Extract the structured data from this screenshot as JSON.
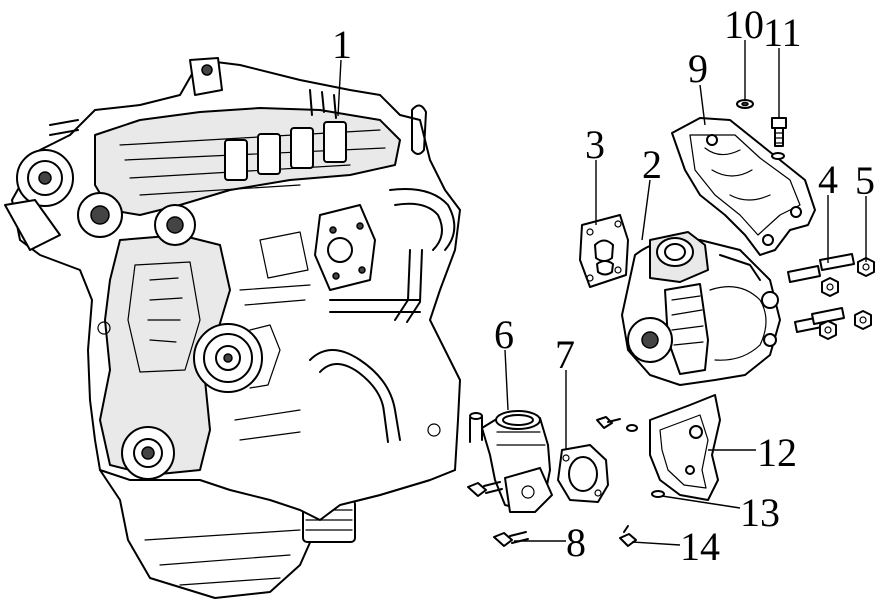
{
  "diagram": {
    "callouts": [
      {
        "id": "1",
        "label": "1"
      },
      {
        "id": "2",
        "label": "2"
      },
      {
        "id": "3",
        "label": "3"
      },
      {
        "id": "4",
        "label": "4"
      },
      {
        "id": "5",
        "label": "5"
      },
      {
        "id": "6",
        "label": "6"
      },
      {
        "id": "7",
        "label": "7"
      },
      {
        "id": "8",
        "label": "8"
      },
      {
        "id": "9",
        "label": "9"
      },
      {
        "id": "10",
        "label": "10"
      },
      {
        "id": "11",
        "label": "11"
      },
      {
        "id": "12",
        "label": "12"
      },
      {
        "id": "13",
        "label": "13"
      },
      {
        "id": "14",
        "label": "14"
      }
    ],
    "parts": [
      {
        "id": "engine-assembly",
        "icon": "engine-block-illustration"
      },
      {
        "id": "turbocharger",
        "icon": "turbocharger-illustration"
      },
      {
        "id": "turbo-gasket",
        "icon": "gasket-illustration"
      },
      {
        "id": "stud",
        "icon": "stud-illustration"
      },
      {
        "id": "nut",
        "icon": "nut-illustration"
      },
      {
        "id": "water-outlet-housing",
        "icon": "housing-illustration"
      },
      {
        "id": "housing-gasket",
        "icon": "gasket-illustration"
      },
      {
        "id": "bolt",
        "icon": "bolt-illustration"
      },
      {
        "id": "heat-shield",
        "icon": "heat-shield-illustration"
      },
      {
        "id": "washer",
        "icon": "washer-illustration"
      },
      {
        "id": "shield-bolt",
        "icon": "bolt-illustration"
      },
      {
        "id": "lower-heat-shield",
        "icon": "heat-shield-illustration"
      },
      {
        "id": "small-washer",
        "icon": "washer-illustration"
      },
      {
        "id": "small-bolt",
        "icon": "bolt-illustration"
      }
    ]
  }
}
